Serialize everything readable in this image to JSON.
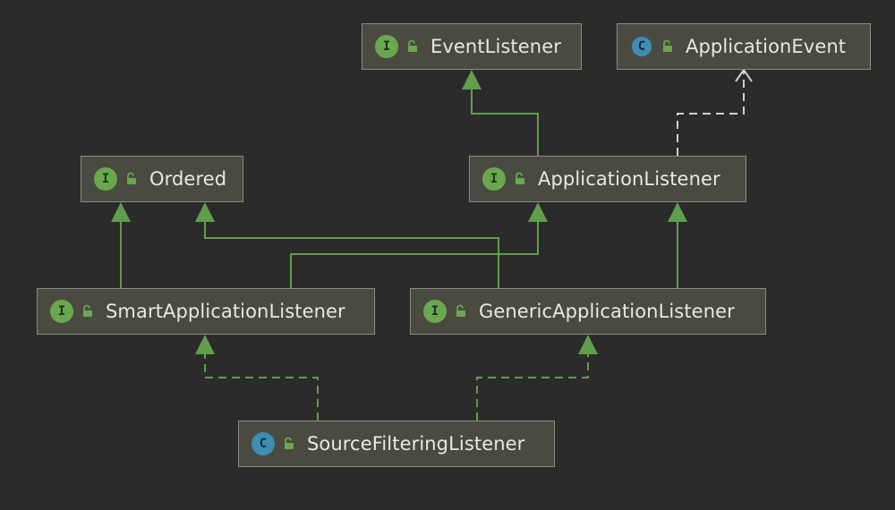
{
  "diagram": {
    "nodes": [
      {
        "id": "EventListener",
        "label": "EventListener",
        "kind": "interface",
        "badge": "I"
      },
      {
        "id": "ApplicationEvent",
        "label": "ApplicationEvent",
        "kind": "abstract-class",
        "badge": "C"
      },
      {
        "id": "Ordered",
        "label": "Ordered",
        "kind": "interface",
        "badge": "I"
      },
      {
        "id": "ApplicationListener",
        "label": "ApplicationListener",
        "kind": "interface",
        "badge": "I"
      },
      {
        "id": "SmartApplicationListener",
        "label": "SmartApplicationListener",
        "kind": "interface",
        "badge": "I"
      },
      {
        "id": "GenericApplicationListener",
        "label": "GenericApplicationListener",
        "kind": "interface",
        "badge": "I"
      },
      {
        "id": "SourceFilteringListener",
        "label": "SourceFilteringListener",
        "kind": "class",
        "badge": "C"
      }
    ],
    "edges": [
      {
        "from": "ApplicationListener",
        "to": "EventListener",
        "type": "extends"
      },
      {
        "from": "ApplicationListener",
        "to": "ApplicationEvent",
        "type": "depends"
      },
      {
        "from": "SmartApplicationListener",
        "to": "Ordered",
        "type": "extends"
      },
      {
        "from": "SmartApplicationListener",
        "to": "ApplicationListener",
        "type": "extends"
      },
      {
        "from": "GenericApplicationListener",
        "to": "Ordered",
        "type": "extends"
      },
      {
        "from": "GenericApplicationListener",
        "to": "ApplicationListener",
        "type": "extends"
      },
      {
        "from": "SourceFilteringListener",
        "to": "SmartApplicationListener",
        "type": "implements"
      },
      {
        "from": "SourceFilteringListener",
        "to": "GenericApplicationListener",
        "type": "implements"
      }
    ],
    "colors": {
      "background": "#2b2b2b",
      "node_fill": "#4a4a40",
      "node_border": "#8c8c86",
      "text": "#e8e8e8",
      "inheritance": "#5f9e4b",
      "dependency": "#d0d0d0",
      "interface_badge": "#6aa84f",
      "class_badge": "#3e8eb2",
      "access_icon": "#6aa84f"
    }
  }
}
